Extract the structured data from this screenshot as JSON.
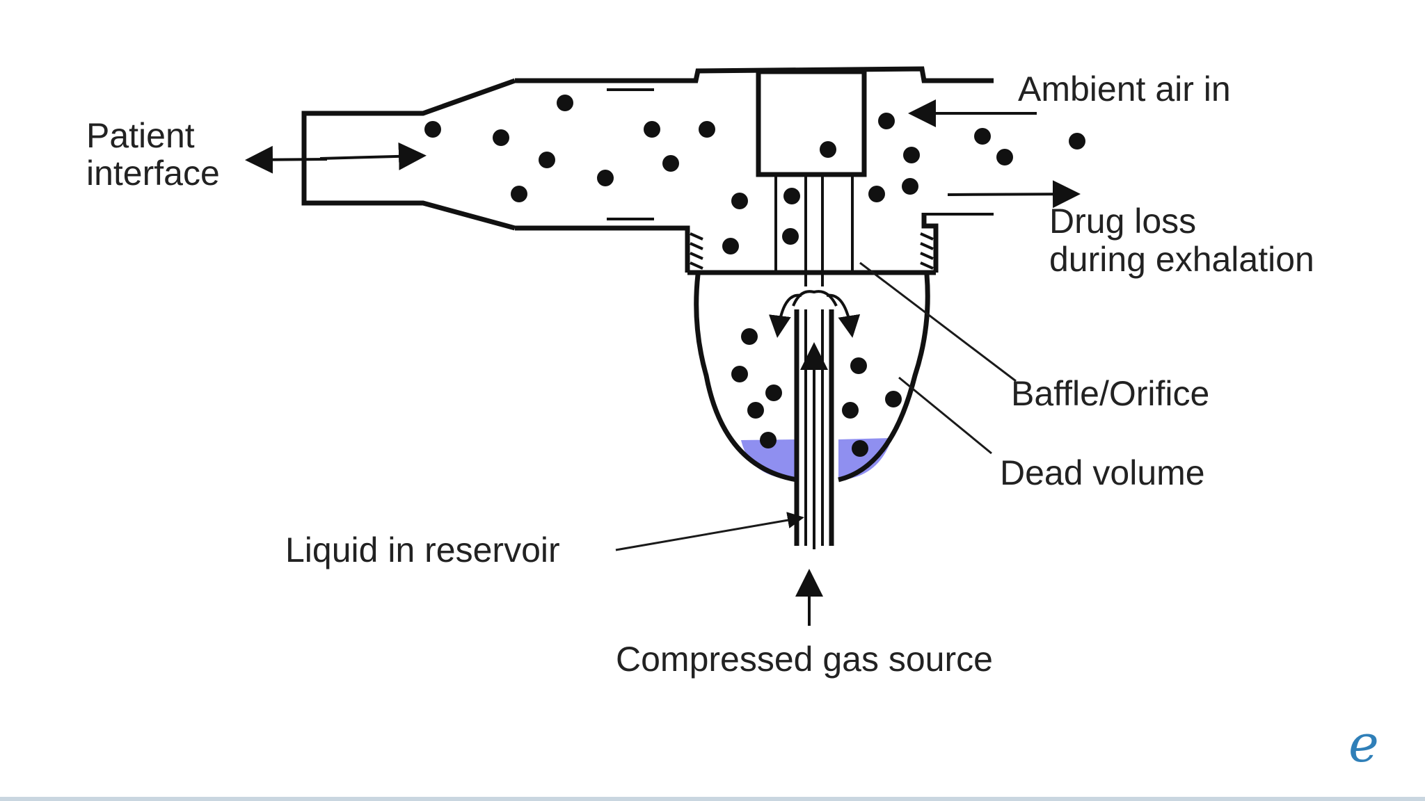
{
  "labels": {
    "patient_interface_line1": "Patient",
    "patient_interface_line2": "interface",
    "ambient_air": "Ambient air in",
    "drug_loss_line1": "Drug loss",
    "drug_loss_line2": "during exhalation",
    "baffle": "Baffle/Orifice",
    "dead_volume": "Dead volume",
    "liquid": "Liquid in reservoir",
    "gas_source": "Compressed gas source"
  },
  "logo": {
    "letter": "e"
  },
  "colors": {
    "line": "#111111",
    "liquid": "#8f8ff0",
    "text": "#222222",
    "logo": "#2f7fb8"
  }
}
